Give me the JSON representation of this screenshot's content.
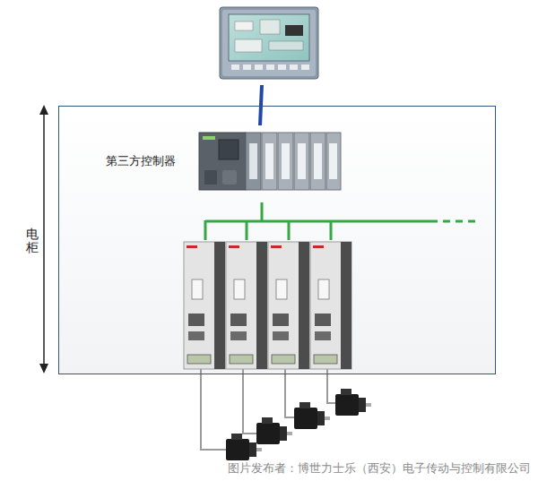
{
  "diagram": {
    "nodes": [
      {
        "text": [
          "电柜"
        ]
      },
      {
        "text": [
          "第三方控制器"
        ],
        "in": 0
      }
    ],
    "labels": [
      "图片发布者：博世力士乐（西安）电子传动与控制有限公司"
    ]
  }
}
